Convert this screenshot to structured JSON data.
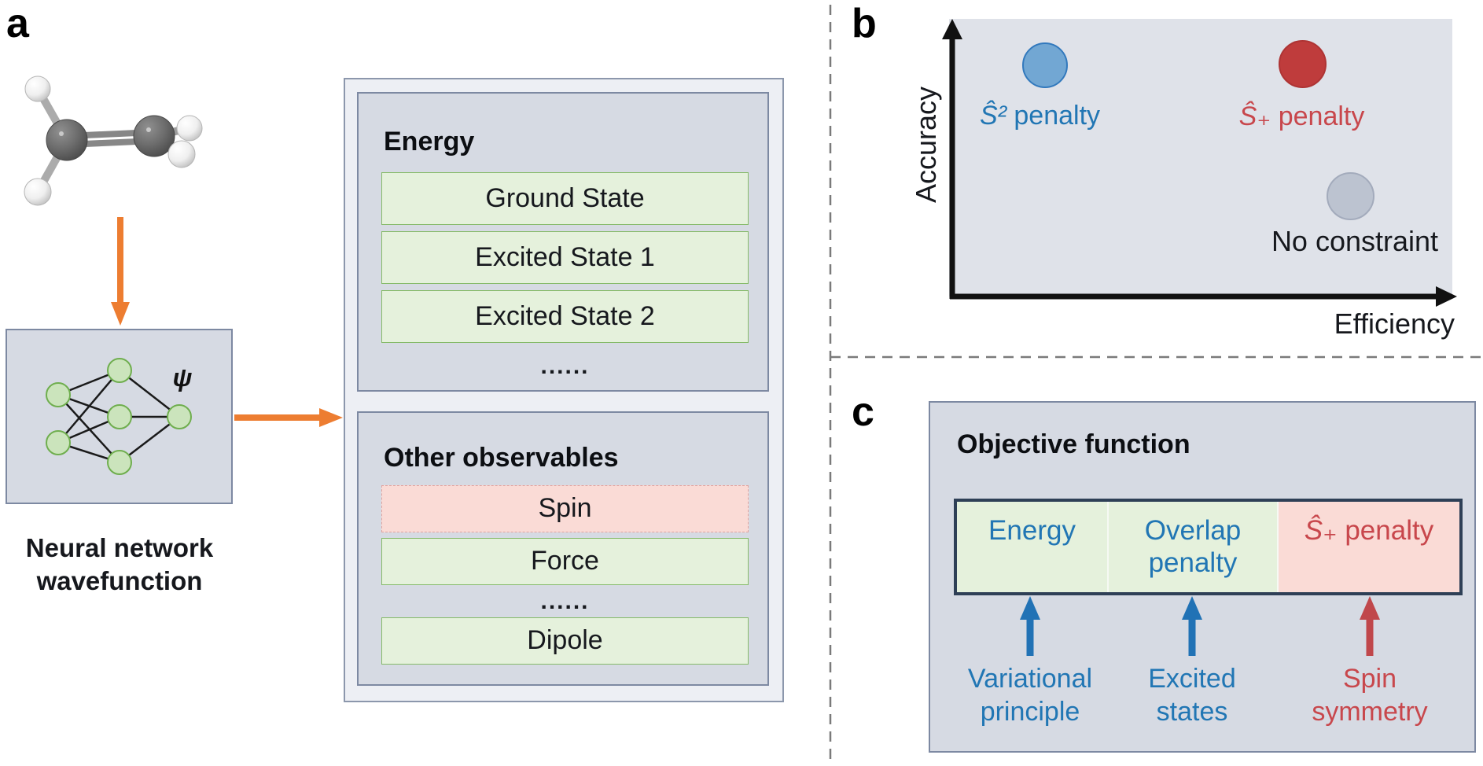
{
  "colors": {
    "accent_orange": "#ed7d31",
    "panel_fill": "#d6dae3",
    "panel_border": "#7d89a2",
    "container_fill": "#edeff4",
    "green_fill": "#e5f1dc",
    "green_border": "#85ba69",
    "pink_fill": "#fadbd6",
    "pink_border": "#e2a39e",
    "blue_text": "#2176b4",
    "red_text": "#c8474c",
    "point_blue": "#72a7d3",
    "point_red": "#bf3c3c",
    "point_gray": "#bcc3d0",
    "plot_fill": "#dfe2e9",
    "objective_border": "#2e3f56",
    "nn_node_fill": "#cbe4bc",
    "nn_node_border": "#6fae4e"
  },
  "panel_a": {
    "label": "a",
    "molecule": "ethylene-ball-and-stick",
    "psi": "ψ",
    "caption": {
      "line1": "Neural network",
      "line2": "wavefunction"
    },
    "energy": {
      "title": "Energy",
      "items": [
        "Ground State",
        "Excited State 1",
        "Excited State 2"
      ],
      "ellipsis": "......"
    },
    "observables": {
      "title": "Other observables",
      "items": [
        "Spin",
        "Force",
        "Dipole"
      ],
      "ellipsis": "......"
    }
  },
  "panel_b": {
    "label": "b",
    "y_axis_label": "Accuracy",
    "x_axis_label": "Efficiency",
    "points": [
      {
        "sym": "Ŝ²",
        "rest": " penalty"
      },
      {
        "sym": "Ŝ₊",
        "rest": " penalty"
      },
      {
        "sym": "",
        "rest": "No constraint"
      }
    ]
  },
  "panel_c": {
    "label": "c",
    "title": "Objective function",
    "terms": {
      "energy": "Energy",
      "overlap_line1": "Overlap",
      "overlap_line2": "penalty",
      "spin_sym": "Ŝ₊",
      "spin_rest": " penalty"
    },
    "sources": [
      {
        "line1": "Variational",
        "line2": "principle"
      },
      {
        "line1": "Excited",
        "line2": "states"
      },
      {
        "line1": "Spin",
        "line2": "symmetry"
      }
    ]
  },
  "chart_data": {
    "type": "scatter",
    "title": "",
    "xlabel": "Efficiency",
    "ylabel": "Accuracy",
    "axes_quantitative": false,
    "grid": false,
    "points": [
      {
        "label": "Ŝ² penalty",
        "x": 0.18,
        "y": 0.83,
        "color": "#72a7d3"
      },
      {
        "label": "Ŝ₊ penalty",
        "x": 0.7,
        "y": 0.84,
        "color": "#bf3c3c"
      },
      {
        "label": "No constraint",
        "x": 0.8,
        "y": 0.36,
        "color": "#bcc3d0"
      }
    ]
  }
}
